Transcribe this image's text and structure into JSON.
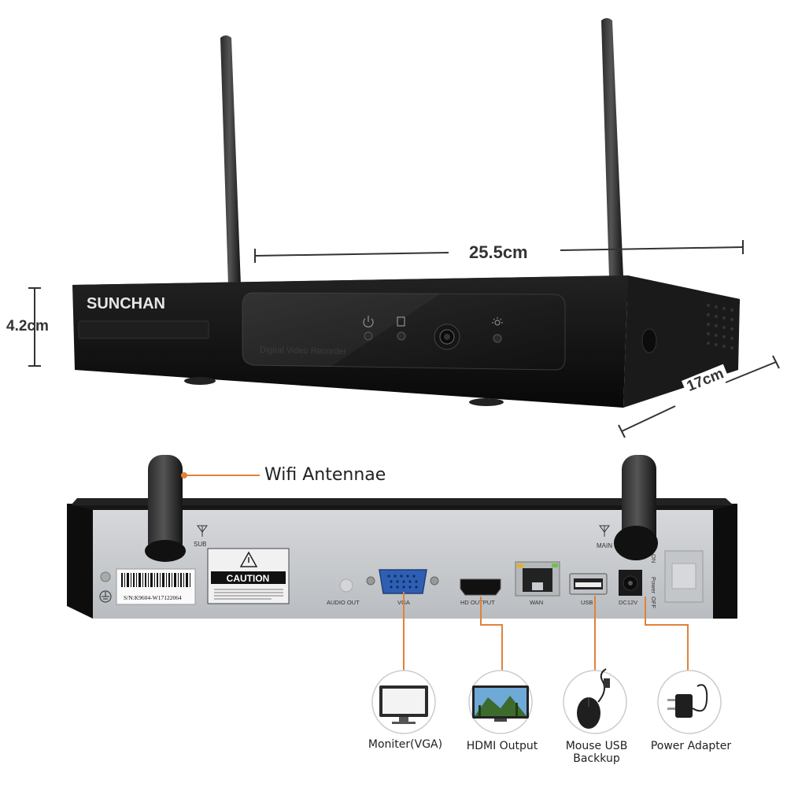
{
  "brand": "SUNCHAN",
  "front_panel_text": "Digital Video Recorder",
  "dimensions": {
    "width": "25.5cm",
    "height": "4.2cm",
    "depth": "17cm"
  },
  "callouts": {
    "antenna": "Wifi Antennae"
  },
  "rear_labels": {
    "sub": "SUB",
    "main": "MAIN",
    "audio_out": "AUDIO OUT",
    "vga": "VGA",
    "hd_output": "HD OUTPUT",
    "wan": "WAN",
    "usb": "USB",
    "dc12v": "DC12V",
    "power": "Power",
    "off": "OFF",
    "on": "ON",
    "caution": "CAUTION",
    "serial": "S/N:K9604-W17122064"
  },
  "accessories": [
    {
      "label": "Moniter(VGA)",
      "icon": "monitor-icon"
    },
    {
      "label": "HDMI Output",
      "icon": "tv-landscape-icon"
    },
    {
      "label": "Mouse USB\nBackkup",
      "icon": "mouse-icon"
    },
    {
      "label": "Power Adapter",
      "icon": "power-adapter-icon"
    }
  ],
  "colors": {
    "accent": "#e0823a",
    "device_black": "#111111",
    "panel_silver": "#c9ccd0"
  }
}
